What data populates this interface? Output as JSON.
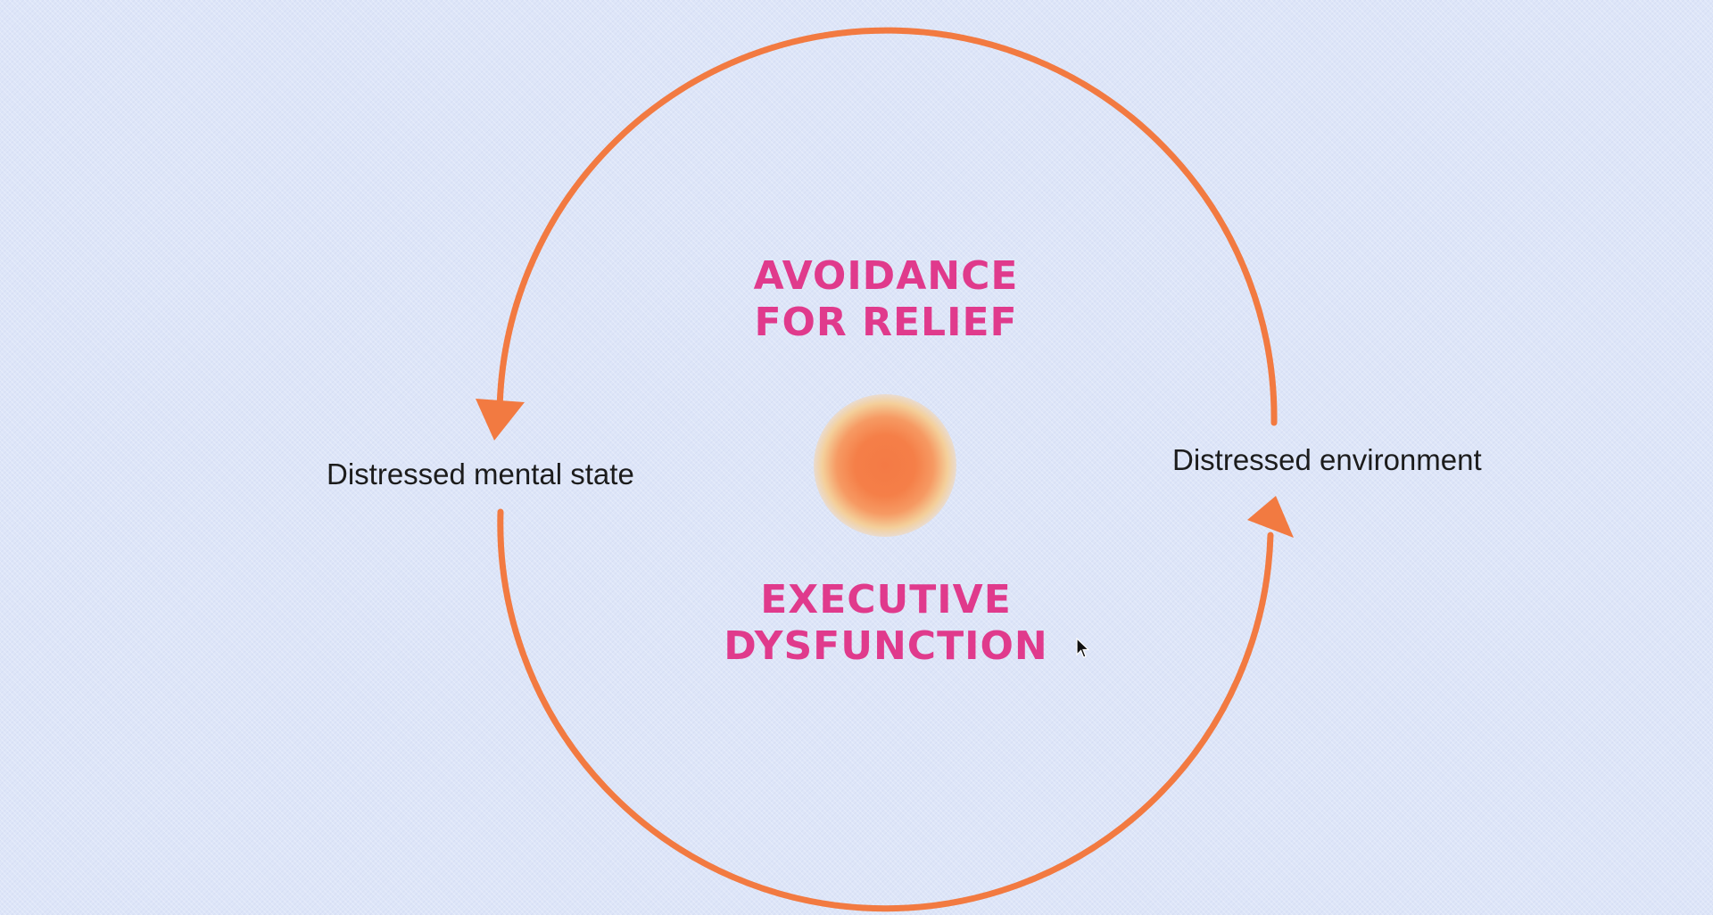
{
  "diagram": {
    "heading_top": {
      "line1": "AVOIDANCE",
      "line2": "FOR RELIEF"
    },
    "heading_bottom": {
      "line1": "EXECUTIVE",
      "line2": "DYSFUNCTION"
    },
    "nodes": {
      "left": "Distressed mental state",
      "right": "Distressed environment"
    }
  },
  "colors": {
    "background": "#dde5f8",
    "cycle_stroke": "#f27a41",
    "heading_text": "#e03a8c",
    "label_text": "#1c1c1c",
    "core_glow": "#f47a45"
  },
  "icons": {
    "cursor": "mouse-pointer-icon",
    "core": "glowing-orb"
  }
}
